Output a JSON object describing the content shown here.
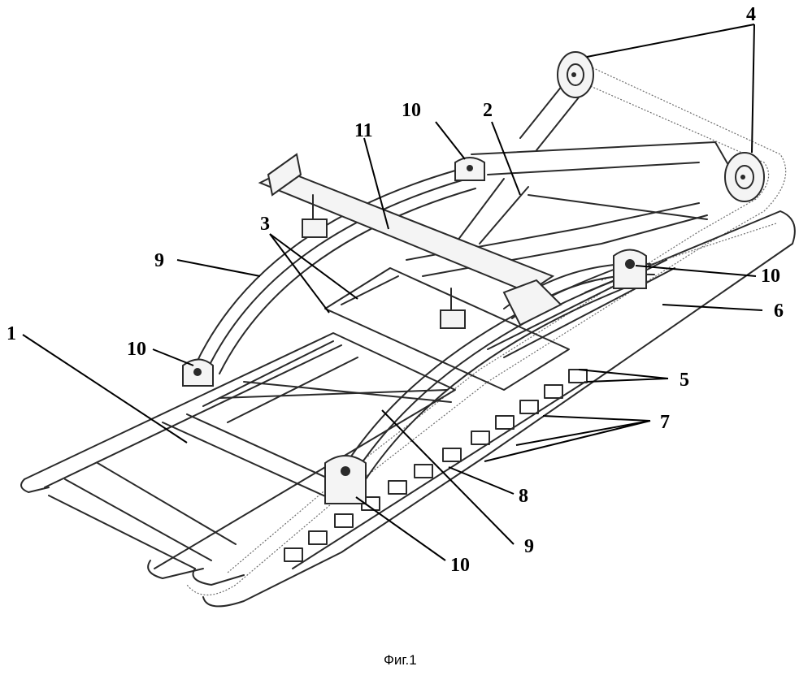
{
  "caption": "Фиг.1",
  "labels": {
    "l1": "1",
    "l2": "2",
    "l3": "3",
    "l4": "4",
    "l5": "5",
    "l6": "6",
    "l7": "7",
    "l8": "8",
    "l9a": "9",
    "l9b": "9",
    "l10a": "10",
    "l10b": "10",
    "l10c": "10",
    "l10d": "10",
    "l11": "11"
  }
}
